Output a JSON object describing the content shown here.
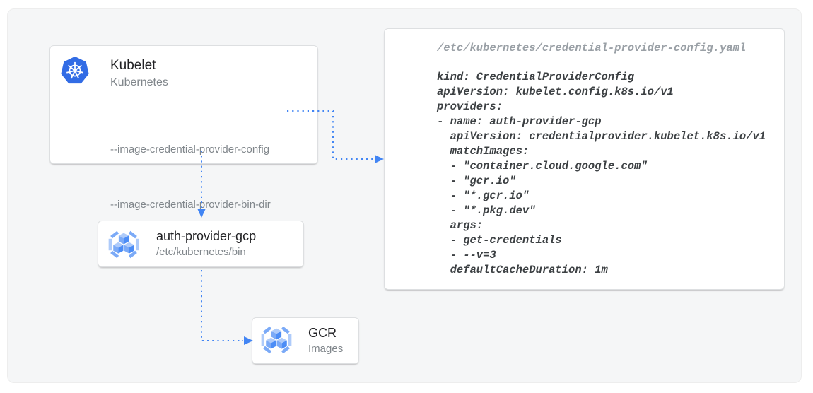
{
  "colors": {
    "arrow_blue": "#4285f4",
    "kubernetes_blue": "#326ce5",
    "gcr_icon_light": "#aecbfa",
    "gcr_icon_medium": "#7baaf7",
    "gcr_icon_dark": "#4c8df6",
    "frame_background": "#f5f6f7",
    "card_background": "#ffffff",
    "title_text": "#212124",
    "secondary_text": "#80868b",
    "code_text": "#3c4043",
    "code_path_text": "#9aa0a6"
  },
  "kubelet_card": {
    "title": "Kubelet",
    "subtitle": "Kubernetes",
    "flags": [
      "--image-credential-provider-config",
      "--image-credential-provider-bin-dir"
    ]
  },
  "auth_provider_card": {
    "title": "auth-provider-gcp",
    "subtitle": "/etc/kubernetes/bin"
  },
  "gcr_card": {
    "title": "GCR",
    "subtitle": "Images"
  },
  "config_card": {
    "path": "/etc/kubernetes/credential-provider-config.yaml",
    "lines": [
      "kind: CredentialProviderConfig",
      "apiVersion: kubelet.config.k8s.io/v1",
      "providers:",
      "- name: auth-provider-gcp",
      "  apiVersion: credentialprovider.kubelet.k8s.io/v1",
      "  matchImages:",
      "  - \"container.cloud.google.com\"",
      "  - \"gcr.io\"",
      "  - \"*.gcr.io\"",
      "  - \"*.pkg.dev\"",
      "  args:",
      "  - get-credentials",
      "  - --v=3",
      "  defaultCacheDuration: 1m"
    ]
  }
}
